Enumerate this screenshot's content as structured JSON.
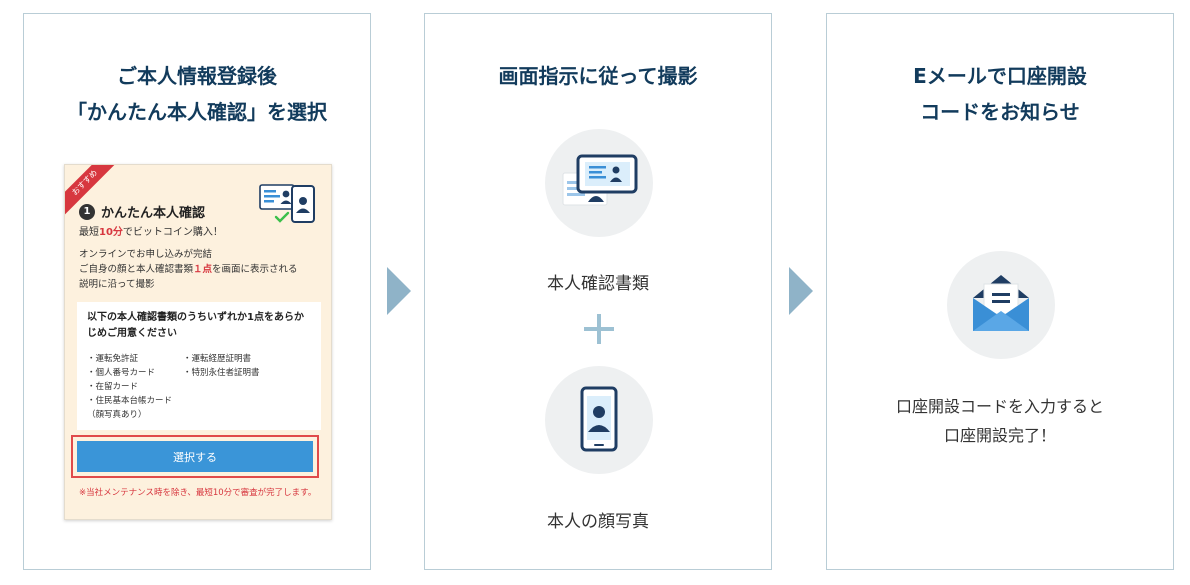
{
  "steps": [
    {
      "title_lines": [
        "ご本人情報登録後",
        "「かんたん本人確認」を選択"
      ],
      "card": {
        "ribbon": "おすすめ",
        "number": "1",
        "title": "かんたん本人確認",
        "sub_prefix": "最短",
        "sub_highlight": "10分",
        "sub_suffix": "でビットコイン購入！",
        "desc_line1": "オンラインでお申し込みが完結",
        "desc_line2_prefix": "ご自身の顔と本人確認書類",
        "desc_line2_highlight": "１点",
        "desc_line2_suffix": "を画面に表示される",
        "desc_line3": "説明に沿って撮影",
        "doc_box_title": "以下の本人確認書類のうちいずれか1点をあらかじめご用意ください",
        "doc_col1": [
          "・運転免許証",
          "・個人番号カード",
          "・在留カード",
          "・住民基本台帳カード",
          "（顔写真あり）"
        ],
        "doc_col2": [
          "・運転経歴証明書",
          "・特別永住者証明書"
        ],
        "button_label": "選択する",
        "note": "※当社メンテナンス時を除き、最短10分で審査が完了します。"
      }
    },
    {
      "title": "画面指示に従って撮影",
      "caption_doc": "本人確認書類",
      "caption_face": "本人の顔写真"
    },
    {
      "title_lines": [
        "Eメールで口座開設",
        "コードをお知らせ"
      ],
      "complete_lines": [
        "口座開設コードを入力すると",
        "口座開設完了！"
      ]
    }
  ],
  "colors": {
    "title": "#123b5c",
    "border": "#b9cdd6",
    "arrow": "#8fb3c8",
    "card_bg": "#fdf1de",
    "accent_red": "#d7373f",
    "button_blue": "#3a95d8",
    "circle_bg": "#eef0f1",
    "icon_blue": "#3a8fd6",
    "icon_navy": "#1f3d63"
  },
  "icons": [
    "id-card-phone-icon",
    "document-photo-icon",
    "smartphone-face-icon",
    "mail-open-icon",
    "plus-icon",
    "chevron-right-icon"
  ]
}
